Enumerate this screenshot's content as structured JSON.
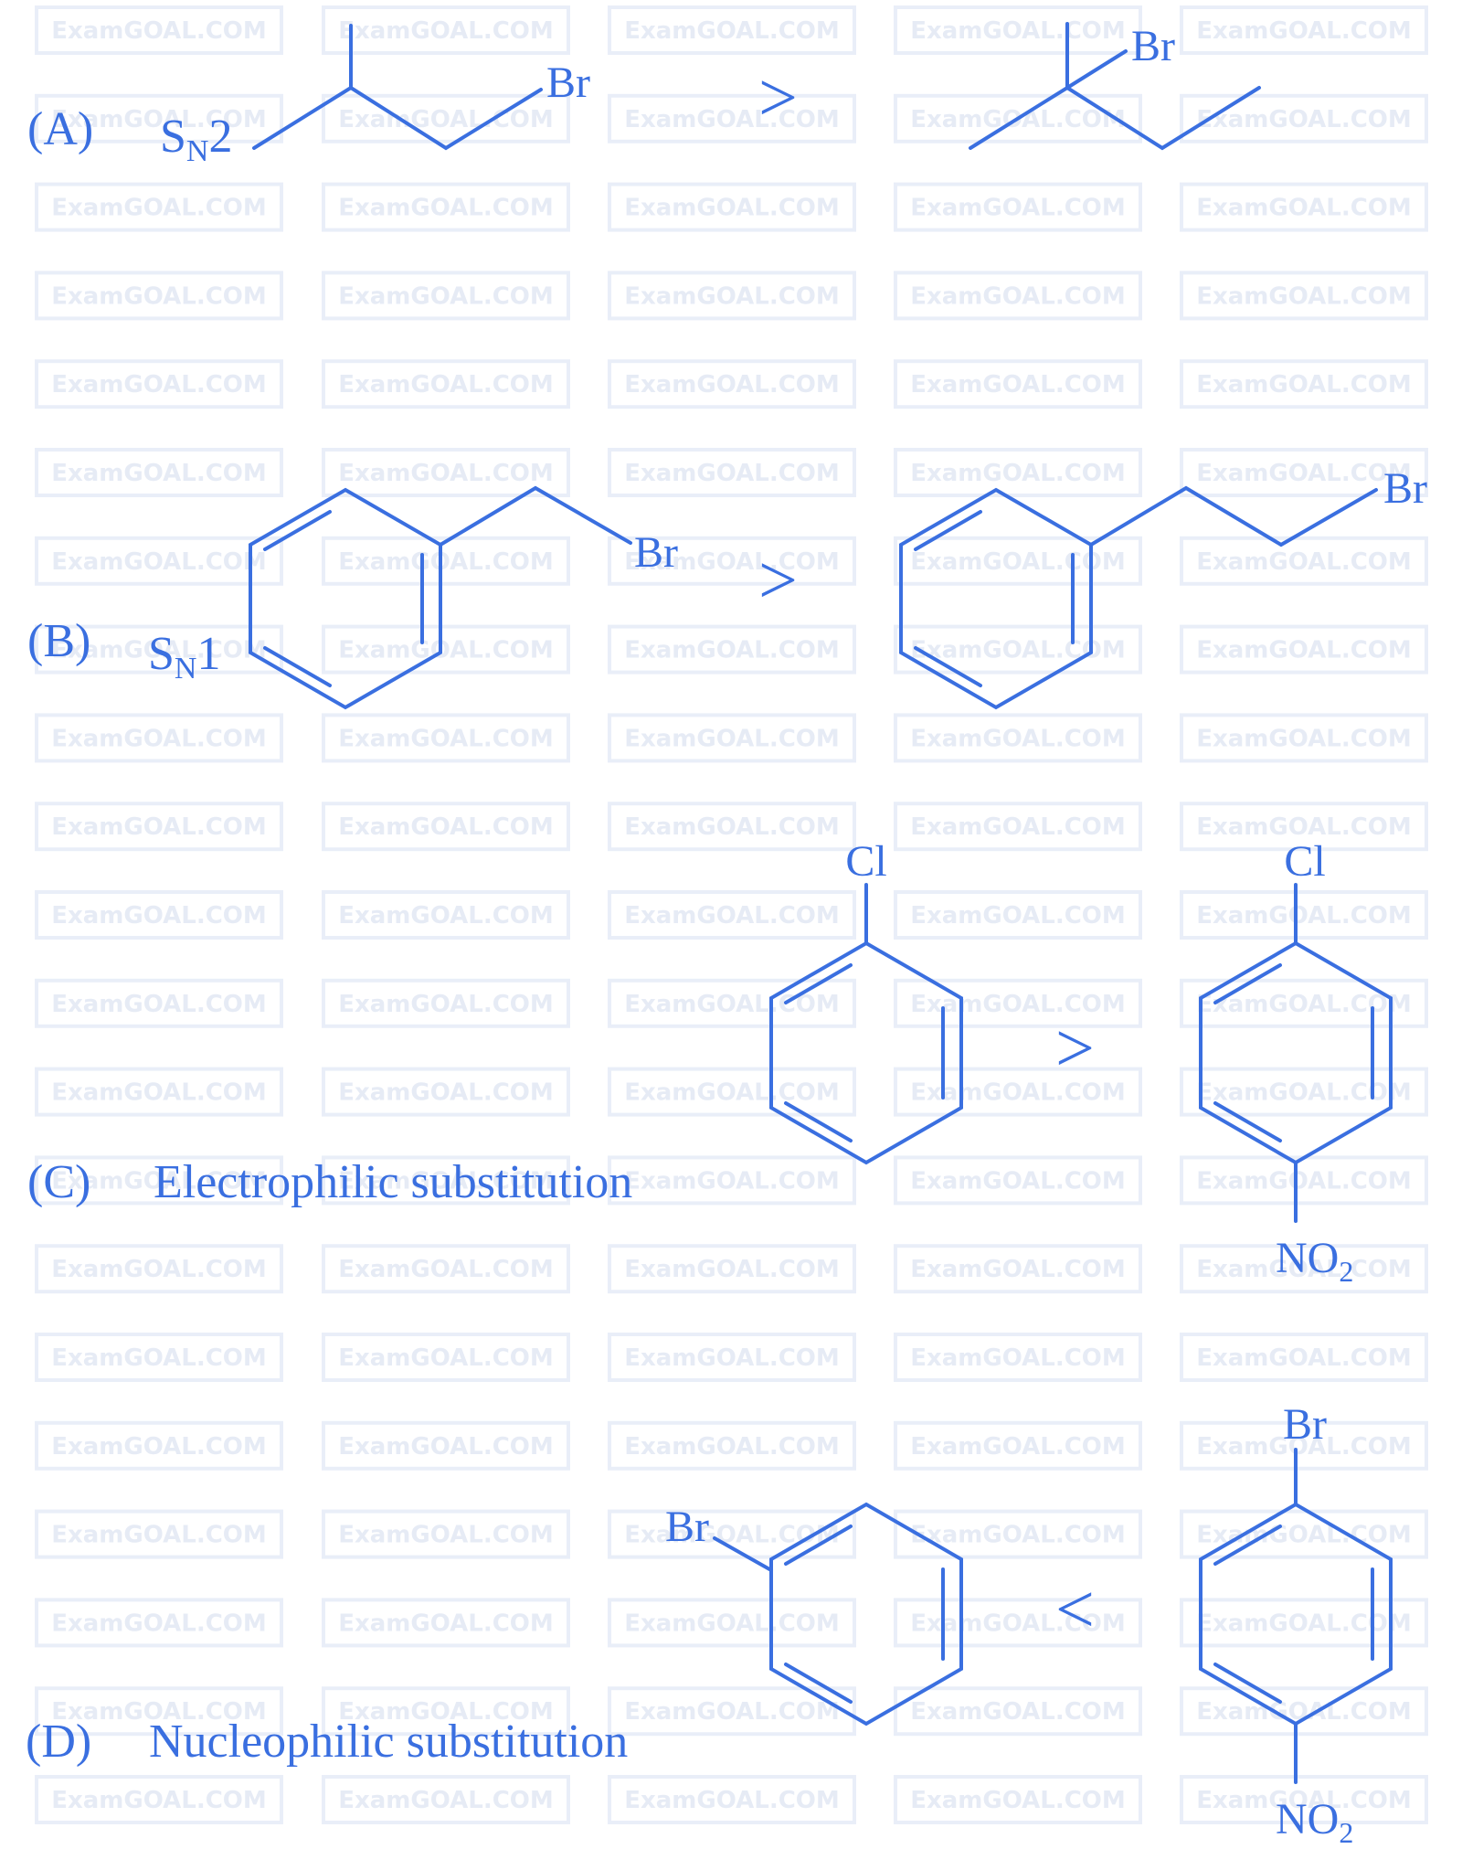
{
  "watermark": {
    "text": "ExamGOAL.COM"
  },
  "colors": {
    "ink": "#3a6fe0",
    "watermark": "#e6ebf5"
  },
  "parts": {
    "A": {
      "letter": "(A)",
      "sub_main": "S",
      "sub_index": "N",
      "sub_order": "2",
      "relation": ">"
    },
    "B": {
      "letter": "(B)",
      "sub_main": "S",
      "sub_index": "N",
      "sub_order": "1",
      "relation": ">"
    },
    "C": {
      "letter": "(C)",
      "label": "Electrophilic substitution",
      "relation": ">"
    },
    "D": {
      "letter": "(D)",
      "label": "Nucleophilic substitution",
      "relation": "<"
    }
  },
  "atoms": {
    "br": "Br",
    "cl": "Cl",
    "no2_main": "NO",
    "no2_sub": "2"
  }
}
